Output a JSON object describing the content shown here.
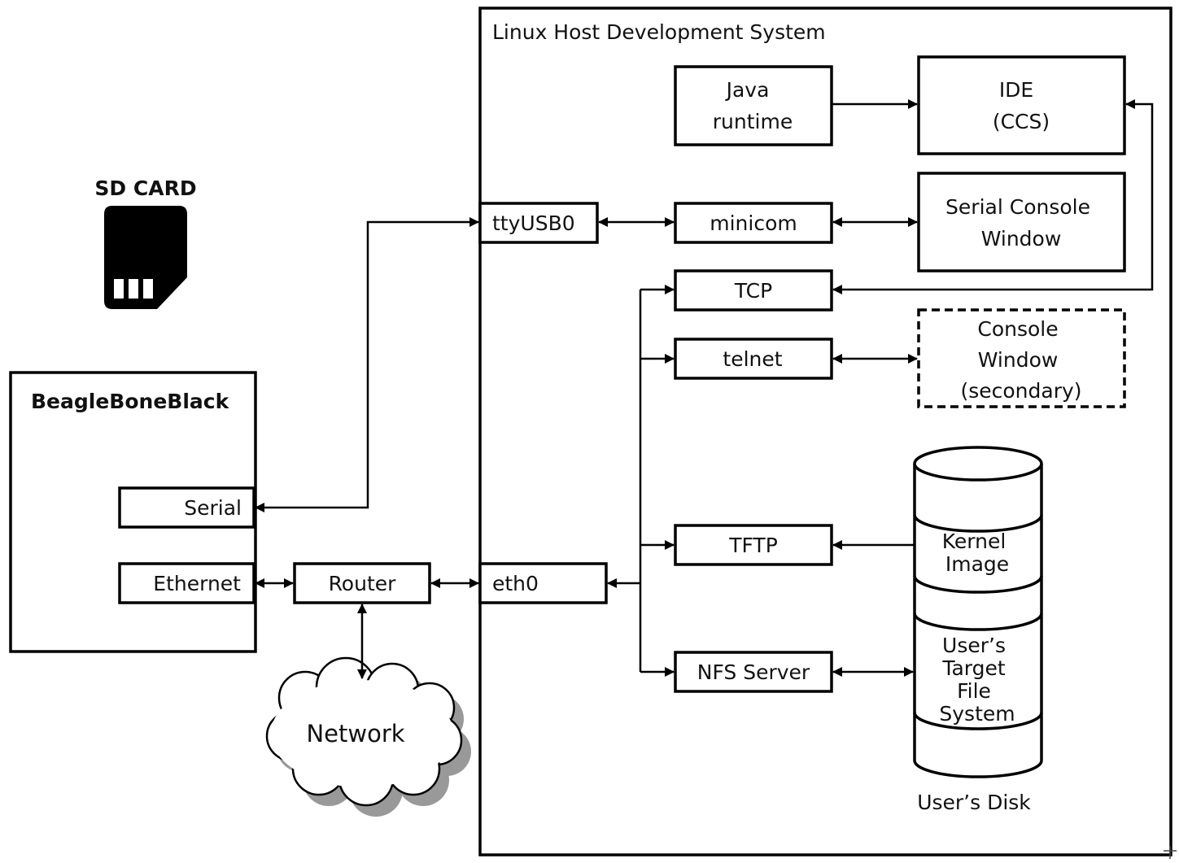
{
  "host": {
    "title": "Linux Host Development System"
  },
  "sd_card": {
    "label": "SD CARD"
  },
  "board": {
    "title": "BeagleBoneBlack",
    "serial": "Serial",
    "ethernet": "Ethernet"
  },
  "router": "Router",
  "network": "Network",
  "ports": {
    "ttyusb": "ttyUSB0",
    "eth": "eth0"
  },
  "components": {
    "java": [
      "Java",
      "runtime"
    ],
    "ide": [
      "IDE",
      "(CCS)"
    ],
    "minicom": "minicom",
    "serial_console": [
      "Serial Console",
      "Window"
    ],
    "tcp": "TCP",
    "telnet": "telnet",
    "console_secondary": [
      "Console",
      "Window",
      "(secondary)"
    ],
    "tftp": "TFTP",
    "nfs": "NFS Server"
  },
  "disk": {
    "kernel": [
      "Kernel",
      "Image"
    ],
    "fs": [
      "User’s",
      "Target",
      "File",
      "System"
    ],
    "caption": "User’s Disk"
  }
}
